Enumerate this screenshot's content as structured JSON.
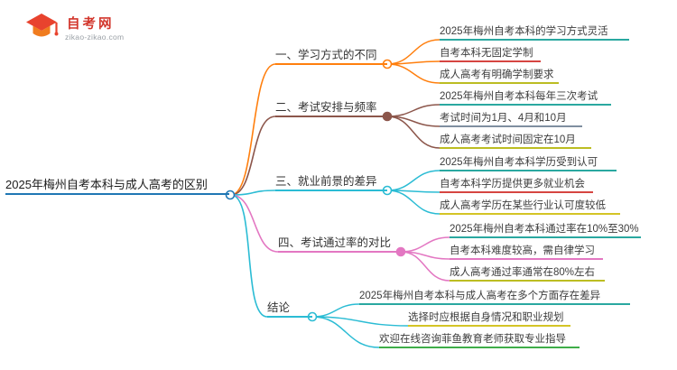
{
  "logo": {
    "title": "自考网",
    "domain": "zikao-zikao.com",
    "brand_color": "#d2352b"
  },
  "colors": {
    "root_blue": "#1f77b4",
    "orange": "#ff7f0e",
    "brown": "#8c564b",
    "cyan": "#2bbcd4",
    "pink": "#e377c2",
    "teal": "#2aa8a0",
    "red": "#d64541",
    "olive": "#bcbd22",
    "gray": "#7f8fa0",
    "yellow": "#d4c426",
    "green": "#3fae49"
  },
  "mindmap": {
    "root": {
      "label": "2025年梅州自考本科与成人高考的区别",
      "color": "#1f77b4"
    },
    "branches": [
      {
        "label": "一、学习方式的不同",
        "color": "#ff7f0e",
        "children": [
          {
            "text": "2025年梅州自考本科的学习方式灵活",
            "color": "#2aa8a0"
          },
          {
            "text": "自考本科无固定学制",
            "color": "#d64541"
          },
          {
            "text": "成人高考有明确学制要求",
            "color": "#bcbd22"
          }
        ]
      },
      {
        "label": "二、考试安排与频率",
        "color": "#8c564b",
        "children": [
          {
            "text": "2025年梅州自考本科每年三次考试",
            "color": "#2aa8a0"
          },
          {
            "text": "考试时间为1月、4月和10月",
            "color": "#7f8fa0"
          },
          {
            "text": "成人高考考试时间固定在10月",
            "color": "#bcbd22"
          }
        ]
      },
      {
        "label": "三、就业前景的差异",
        "color": "#2bbcd4",
        "children": [
          {
            "text": "2025年梅州自考本科学历受到认可",
            "color": "#2aa8a0"
          },
          {
            "text": "自考本科学历提供更多就业机会",
            "color": "#d64541"
          },
          {
            "text": "成人高考学历在某些行业认可度较低",
            "color": "#d4c426"
          }
        ]
      },
      {
        "label": "四、考试通过率的对比",
        "color": "#e377c2",
        "children": [
          {
            "text": "2025年梅州自考本科通过率在10%至30%",
            "color": "#2aa8a0"
          },
          {
            "text": "自考本科难度较高，需自律学习",
            "color": "#e377c2"
          },
          {
            "text": "成人高考通过率通常在80%左右",
            "color": "#bcbd22"
          }
        ]
      },
      {
        "label": "结论",
        "color": "#2bbcd4",
        "children": [
          {
            "text": "2025年梅州自考本科与成人高考在多个方面存在差异",
            "color": "#2aa8a0"
          },
          {
            "text": "选择时应根据自身情况和职业规划",
            "color": "#d4c426"
          },
          {
            "text": "欢迎在线咨询菲鱼教育老师获取专业指导",
            "color": "#3fae49"
          }
        ]
      }
    ]
  }
}
